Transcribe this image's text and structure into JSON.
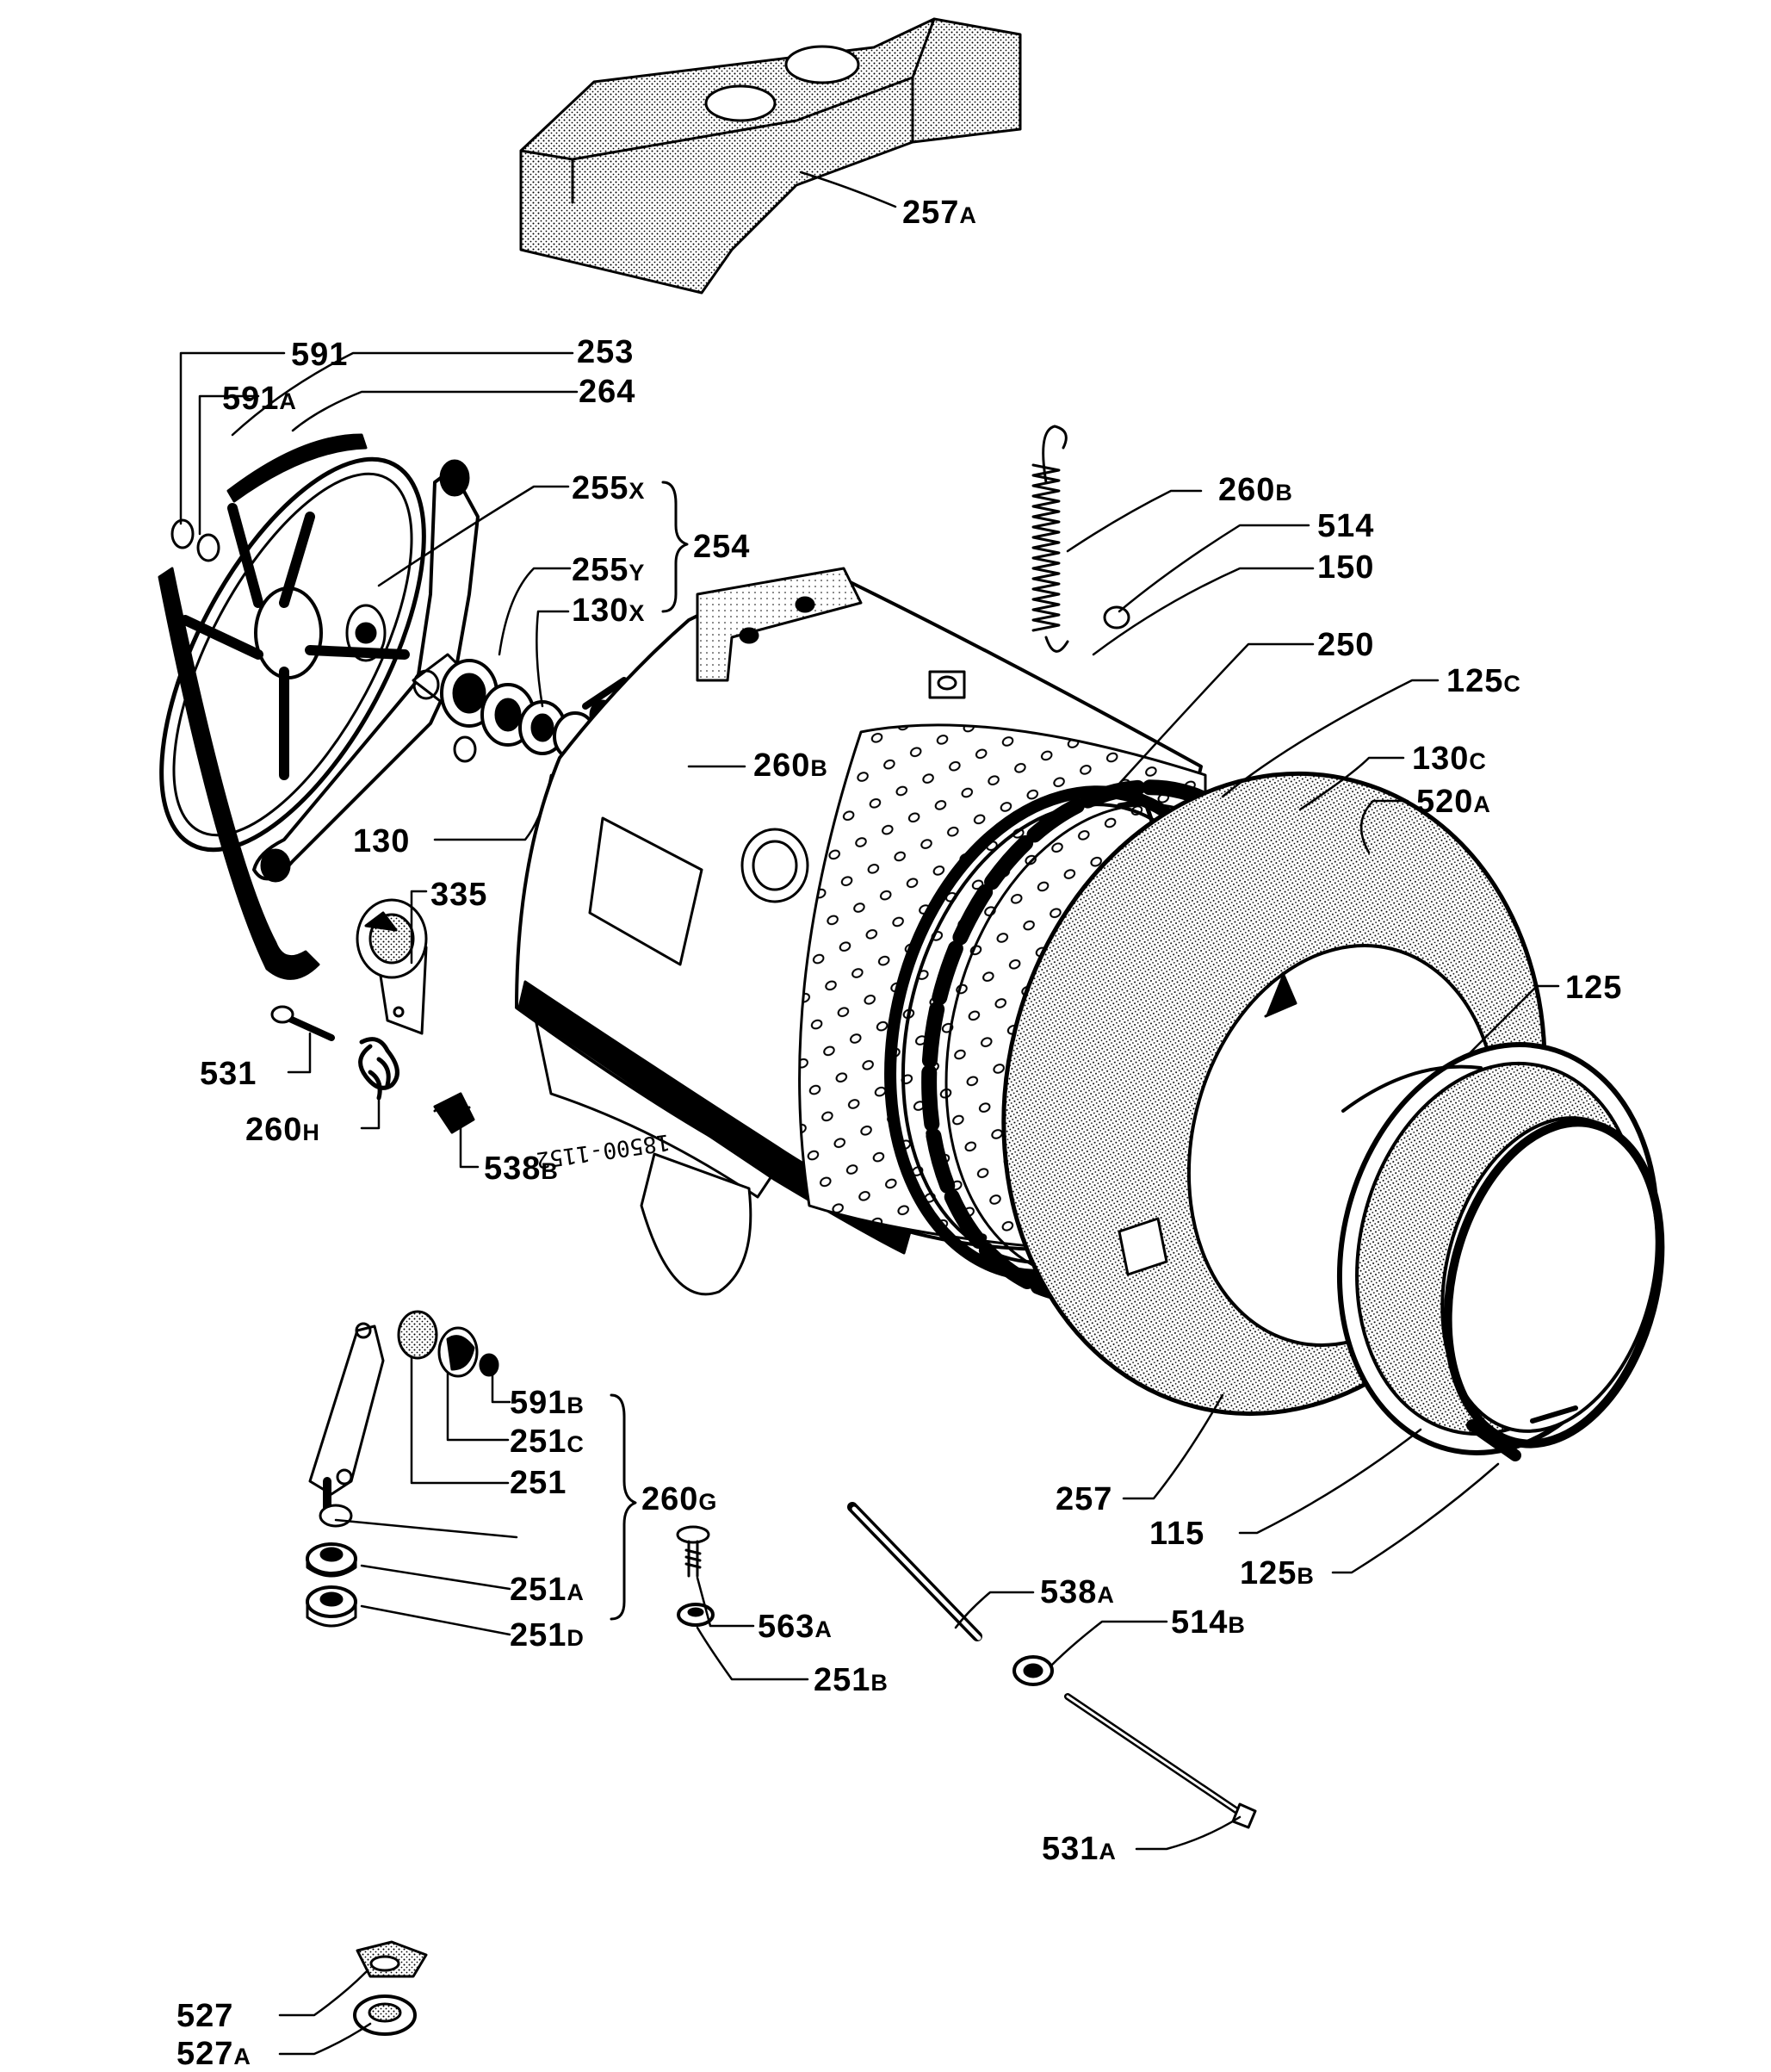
{
  "labels": {
    "p257A": {
      "num": "257",
      "sfx": "A"
    },
    "p591": {
      "num": "591",
      "sfx": ""
    },
    "p253": {
      "num": "253",
      "sfx": ""
    },
    "p591A": {
      "num": "591",
      "sfx": "A"
    },
    "p264": {
      "num": "264",
      "sfx": ""
    },
    "p255X": {
      "num": "255",
      "sfx": "X"
    },
    "p254": {
      "num": "254",
      "sfx": ""
    },
    "p255Y": {
      "num": "255",
      "sfx": "Y"
    },
    "p130X": {
      "num": "130",
      "sfx": "X"
    },
    "p260B_top": {
      "num": "260",
      "sfx": "B"
    },
    "p514": {
      "num": "514",
      "sfx": ""
    },
    "p150": {
      "num": "150",
      "sfx": ""
    },
    "p250": {
      "num": "250",
      "sfx": ""
    },
    "p125C": {
      "num": "125",
      "sfx": "C"
    },
    "p260B_mid": {
      "num": "260",
      "sfx": "B"
    },
    "p130C": {
      "num": "130",
      "sfx": "C"
    },
    "p520A": {
      "num": "520",
      "sfx": "A"
    },
    "p130": {
      "num": "130",
      "sfx": ""
    },
    "p335": {
      "num": "335",
      "sfx": ""
    },
    "p125": {
      "num": "125",
      "sfx": ""
    },
    "p531": {
      "num": "531",
      "sfx": ""
    },
    "p260H": {
      "num": "260",
      "sfx": "H"
    },
    "p538B": {
      "num": "538",
      "sfx": "B"
    },
    "p591B": {
      "num": "591",
      "sfx": "B"
    },
    "p251C": {
      "num": "251",
      "sfx": "C"
    },
    "p251": {
      "num": "251",
      "sfx": ""
    },
    "p260G": {
      "num": "260",
      "sfx": "G"
    },
    "p257": {
      "num": "257",
      "sfx": ""
    },
    "p115": {
      "num": "115",
      "sfx": ""
    },
    "p125B": {
      "num": "125",
      "sfx": "B"
    },
    "p251A": {
      "num": "251",
      "sfx": "A"
    },
    "p538A": {
      "num": "538",
      "sfx": "A"
    },
    "p251D": {
      "num": "251",
      "sfx": "D"
    },
    "p563A": {
      "num": "563",
      "sfx": "A"
    },
    "p514B": {
      "num": "514",
      "sfx": "B"
    },
    "p251B": {
      "num": "251",
      "sfx": "B"
    },
    "p531A": {
      "num": "531",
      "sfx": "A"
    },
    "p527": {
      "num": "527",
      "sfx": ""
    },
    "p527A": {
      "num": "527",
      "sfx": "A"
    }
  },
  "serial_stamp": "18500-1152"
}
